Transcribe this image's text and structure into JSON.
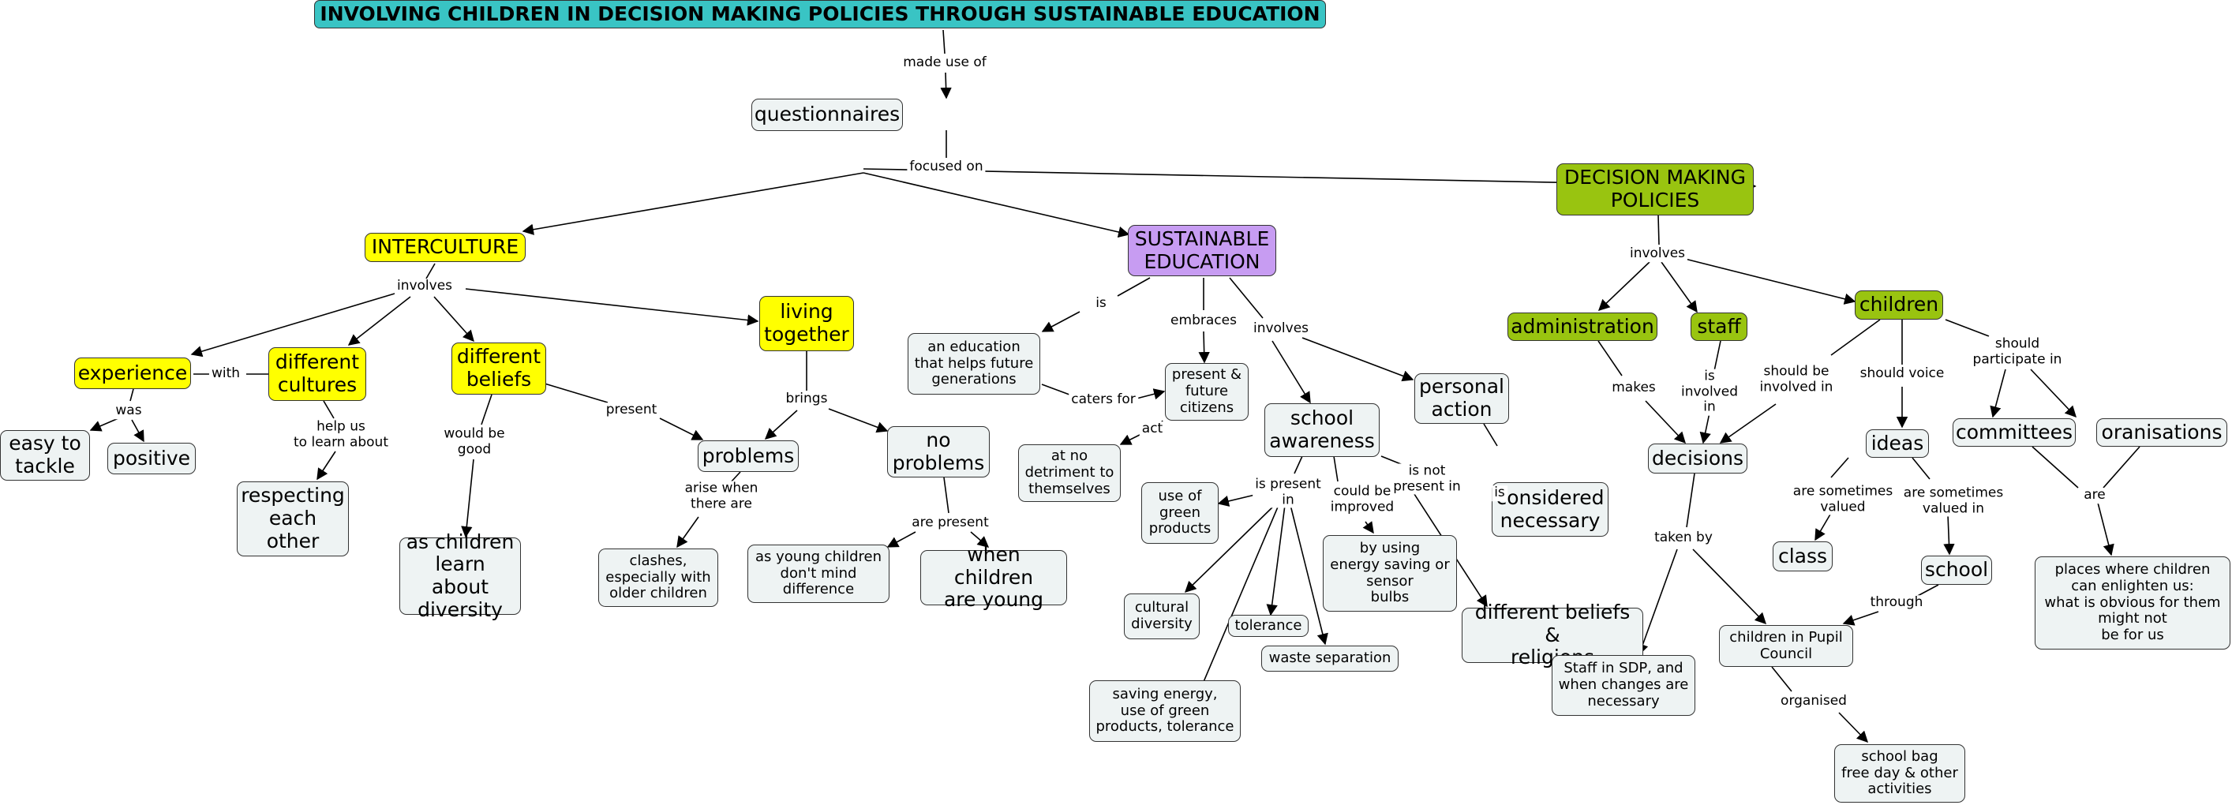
{
  "colors": {
    "title_bg": "#39c4c4",
    "yellow": "#ffff00",
    "purple": "#c79cf2",
    "green": "#99c410",
    "default": "#eef3f3",
    "line": "#000000"
  },
  "concepts": {
    "title": "INVOLVING CHILDREN IN DECISION MAKING POLICIES THROUGH SUSTAINABLE EDUCATION",
    "questionnaires": "questionnaires",
    "interculture": "INTERCULTURE",
    "sustainable_education": "SUSTAINABLE\nEDUCATION",
    "decision_making": "DECISION MAKING\nPOLICIES",
    "experience": "experience",
    "different_cultures": "different\ncultures",
    "different_beliefs": "different\nbeliefs",
    "living_together": "living\ntogether",
    "easy_to_tackle": "easy to\ntackle",
    "positive": "positive",
    "respecting_each_other": "respecting\neach\nother",
    "as_children_learn": "as children\nlearn about\ndiversity",
    "problems": "problems",
    "no_problems": "no\nproblems",
    "clashes": "clashes,\nespecially with\nolder children",
    "young_children_dont_mind": "as young children\ndon't mind\ndifference",
    "when_children_young": "when children\nare young",
    "an_education": "an education\nthat helps future\ngenerations",
    "present_future_citizens": "present &\nfuture\ncitizens",
    "no_detriment": "at no\ndetriment to\nthemselves",
    "school_awareness": "school\nawareness",
    "personal_action": "personal\naction",
    "considered_necessary": "considered\nnecessary",
    "green_products": "use of\ngreen\nproducts",
    "cultural_diversity": "cultural\ndiversity",
    "tolerance": "tolerance",
    "waste_separation": "waste separation",
    "saving_energy": "saving energy,\nuse of green\nproducts, tolerance",
    "energy_saving_bulbs": "by using\nenergy saving or\nsensor\nbulbs",
    "beliefs_religions": "different beliefs &\nreligions",
    "administration": "administration",
    "staff": "staff",
    "children": "children",
    "decisions": "decisions",
    "ideas": "ideas",
    "committees": "committees",
    "organisations": "oranisations",
    "class": "class",
    "school": "school",
    "places_where": "places where children\ncan enlighten us:\nwhat is obvious for them\nmight not\nbe for us",
    "staff_in_sdp": "Staff in SDP, and\nwhen changes are\nnecessary",
    "pupil_council": "children in Pupil\nCouncil",
    "school_bag": "school bag\nfree day & other\nactivities"
  },
  "links": {
    "made_use_of": "made use of",
    "focused_on": "focused on",
    "involves_ic": "involves",
    "with": "with",
    "was": "was",
    "help_us": "help us\nto learn about",
    "would_be_good": "would be\ngood",
    "present": "present",
    "brings": "brings",
    "arise_when": "arise when\nthere are",
    "are_present": "are present",
    "is_se": "is",
    "embraces": "embraces",
    "involves_se": "involves",
    "caters_for": "caters for",
    "act": "act",
    "is_pa": "is",
    "is_present_in": "is present\nin",
    "could_be_improved": "could be\nimproved",
    "is_not_present_in": "is not\npresent in",
    "involves_dm": "involves",
    "makes": "makes",
    "is_involved_in": "is\ninvolved\nin",
    "should_be_involved": "should be\ninvolved in",
    "should_voice": "should voice",
    "should_participate": "should\nparticipate in",
    "taken_by": "taken by",
    "sometimes_valued": "are sometimes\nvalued",
    "sometimes_valued_in": "are sometimes\nvalued in",
    "are": "are",
    "through": "through",
    "organised": "organised"
  }
}
